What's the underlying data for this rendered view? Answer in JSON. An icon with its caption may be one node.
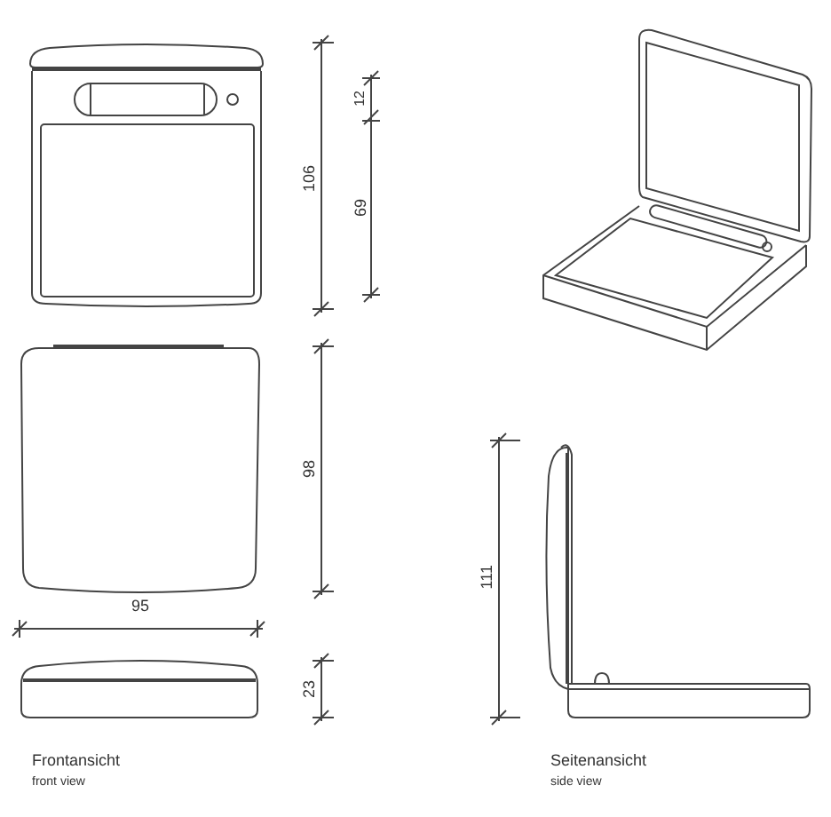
{
  "diagram": {
    "labels": [
      "106",
      "12",
      "69",
      "98",
      "95",
      "23",
      "Frontansicht",
      "front view",
      "111",
      "Seitenansicht",
      "side view"
    ]
  }
}
